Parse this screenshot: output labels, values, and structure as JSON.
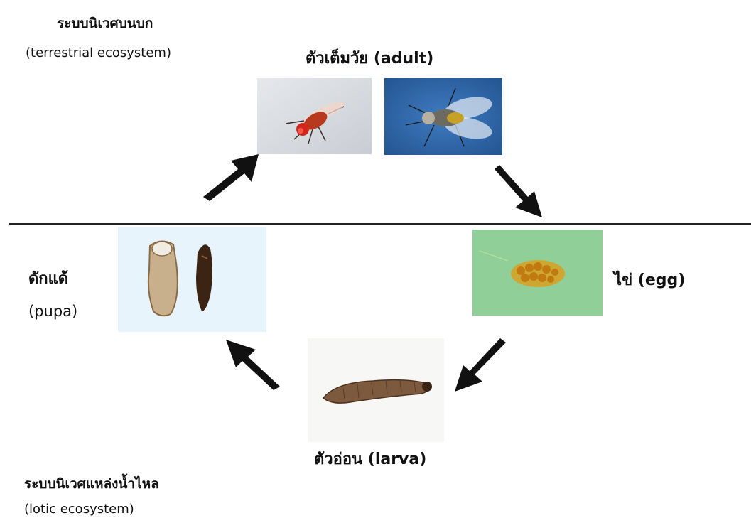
{
  "terrestrial": {
    "thai": "ระบบนิเวศบนบก",
    "english": "(terrestrial ecosystem)"
  },
  "lotic": {
    "thai": "ระบบนิเวศแหล่งน้ำไหล",
    "english": "(lotic ecosystem)"
  },
  "stages": {
    "adult": "ตัวเต็มวัย (adult)",
    "egg": "ไข่ (egg)",
    "larva": "ตัวอ่อน (larva)",
    "pupa_thai": "ดักแด้",
    "pupa_english": "(pupa)"
  },
  "colors": {
    "arrow": "#111111",
    "divider": "#222222",
    "adult_photo_1_bg": "#d9dde2",
    "adult_photo_2_bg": "#2f67a8",
    "egg_photo_bg": "#8fcf98",
    "pupa_photo_bg": "#e6f3fb",
    "larva_photo_bg": "#f6f6f4"
  }
}
